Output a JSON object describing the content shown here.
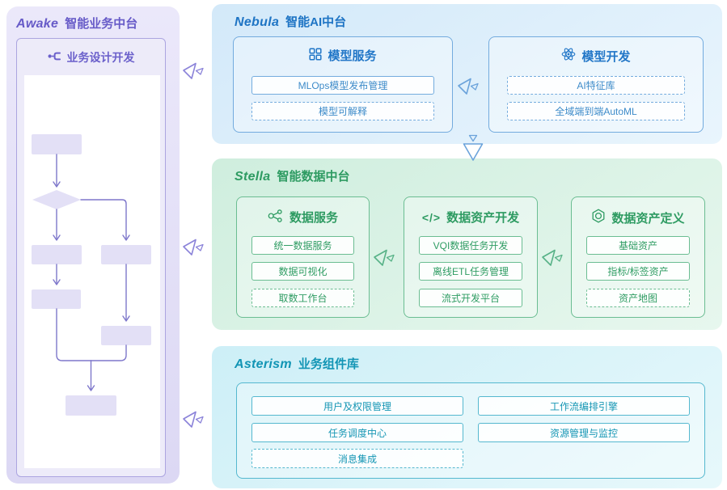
{
  "panels": {
    "awake": {
      "brand": "Awake",
      "title": "智能业务中台",
      "box": {
        "title": "业务设计开发",
        "icon": "workflow-icon"
      }
    },
    "nebula": {
      "brand": "Nebula",
      "title": "智能AI中台",
      "cards": [
        {
          "icon": "grid-icon",
          "title": "模型服务",
          "buttons": [
            {
              "label": "MLOps模型发布管理",
              "border": "solid"
            },
            {
              "label": "模型可解释",
              "border": "dashed"
            }
          ]
        },
        {
          "icon": "atom-icon",
          "title": "模型开发",
          "buttons": [
            {
              "label": "AI特征库",
              "border": "dashed"
            },
            {
              "label": "全域端到端AutoML",
              "border": "dashed"
            }
          ]
        }
      ]
    },
    "stella": {
      "brand": "Stella",
      "title": "智能数据中台",
      "cards": [
        {
          "icon": "share-nodes-icon",
          "title": "数据服务",
          "buttons": [
            {
              "label": "统一数据服务",
              "border": "solid"
            },
            {
              "label": "数据可视化",
              "border": "solid"
            },
            {
              "label": "取数工作台",
              "border": "dashed"
            }
          ]
        },
        {
          "icon": "code-icon",
          "title": "数据资产开发",
          "buttons": [
            {
              "label": "VQI数据任务开发",
              "border": "solid"
            },
            {
              "label": "离线ETL任务管理",
              "border": "solid"
            },
            {
              "label": "流式开发平台",
              "border": "solid"
            }
          ]
        },
        {
          "icon": "hexagon-target-icon",
          "title": "数据资产定义",
          "buttons": [
            {
              "label": "基础资产",
              "border": "solid"
            },
            {
              "label": "指标/标签资产",
              "border": "solid"
            },
            {
              "label": "资产地图",
              "border": "dashed"
            }
          ]
        }
      ]
    },
    "asterism": {
      "brand": "Asterism",
      "title": "业务组件库",
      "left_buttons": [
        {
          "label": "用户及权限管理",
          "border": "solid"
        },
        {
          "label": "任务调度中心",
          "border": "solid"
        },
        {
          "label": "消息集成",
          "border": "dashed"
        }
      ],
      "right_buttons": [
        {
          "label": "工作流编排引擎",
          "border": "solid"
        },
        {
          "label": "资源管理与监控",
          "border": "solid"
        }
      ]
    }
  },
  "icons": {
    "code_glyph": "</>"
  },
  "flowchart": {
    "description": "unlabeled business-process flow",
    "nodes": [
      "start-step",
      "decision",
      "branch-left-step",
      "branch-right-step",
      "branch-left-step-2",
      "branch-right-step-2",
      "merge-end-step"
    ]
  },
  "colors": {
    "awake_accent": "#675bc8",
    "nebula_accent": "#1e74c4",
    "stella_accent": "#2e9b62",
    "asterism_accent": "#1295b5",
    "arrow_purple": "#8b83d9",
    "arrow_blue": "#6ba3db",
    "arrow_green": "#57b287"
  }
}
